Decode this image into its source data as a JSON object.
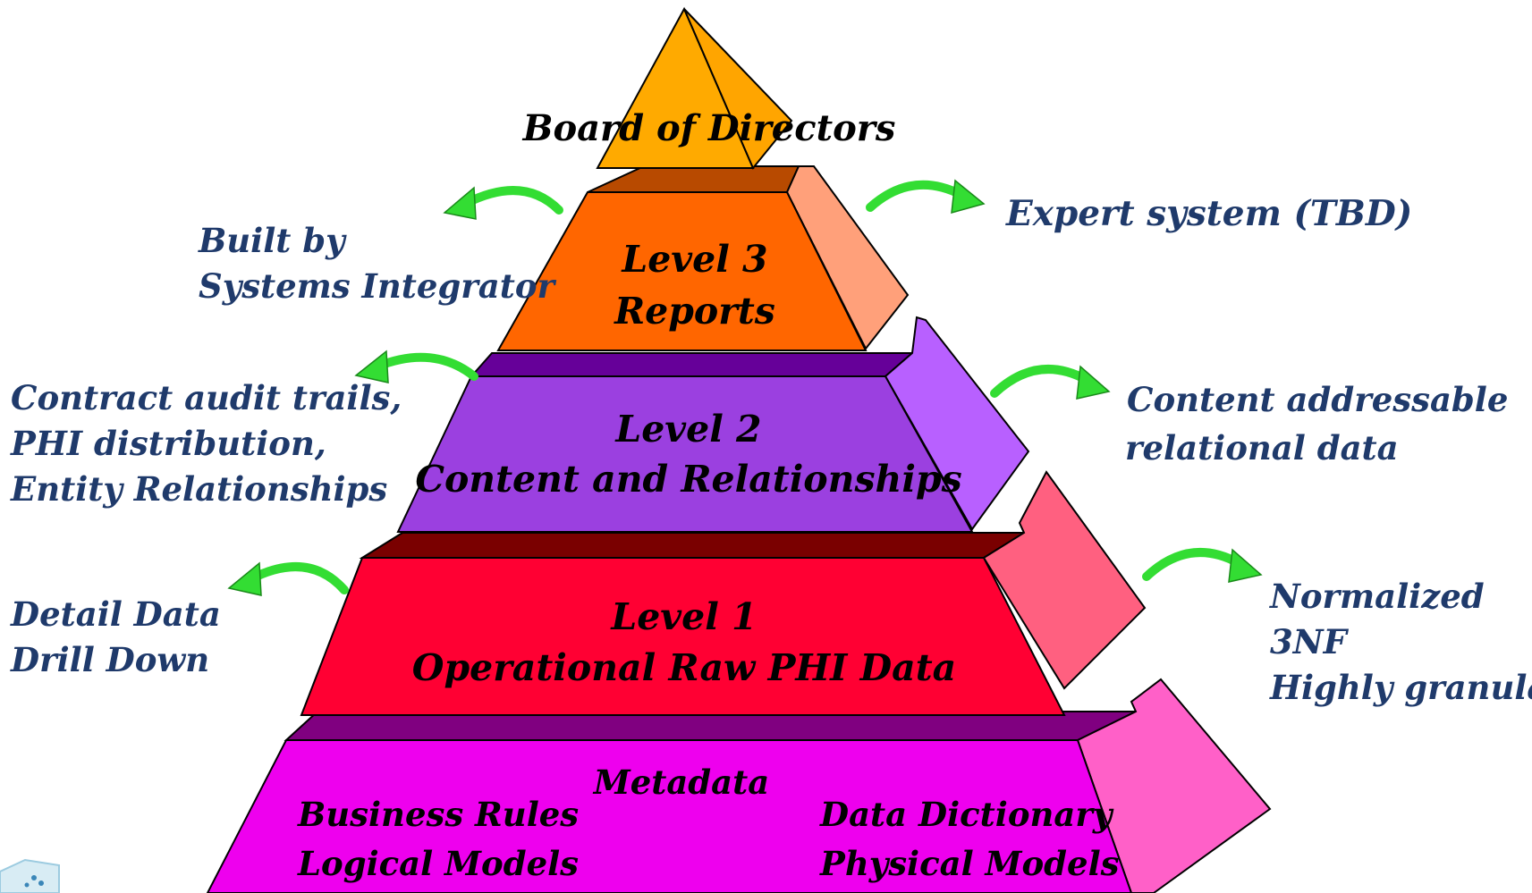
{
  "apex": {
    "label": "Board of Directors"
  },
  "tiers": [
    {
      "id": "level3",
      "line1": "Level 3",
      "line2": "Reports",
      "colors": {
        "top": "#b84a00",
        "front": "#ff6600",
        "side": "#ffa07a"
      }
    },
    {
      "id": "level2",
      "line1": "Level 2",
      "line2": "Content and Relationships",
      "colors": {
        "top": "#660099",
        "front": "#9b40e0",
        "side": "#b860ff"
      }
    },
    {
      "id": "level1",
      "line1": "Level 1",
      "line2": "Operational Raw PHI Data",
      "colors": {
        "top": "#7a0000",
        "front": "#ff0033",
        "side": "#ff6080"
      }
    },
    {
      "id": "base",
      "title": "Metadata",
      "left": [
        "Business Rules",
        "Logical Models"
      ],
      "right": [
        "Data Dictionary",
        "Physical Models"
      ],
      "colors": {
        "top": "#800080",
        "front": "#ee00ee",
        "side": "#ff60c8"
      }
    }
  ],
  "left_notes": [
    {
      "id": "built-by",
      "lines": [
        "Built by",
        "Systems Integrator"
      ]
    },
    {
      "id": "contract-audit",
      "lines": [
        "Contract audit trails,",
        "PHI distribution,",
        "Entity Relationships"
      ]
    },
    {
      "id": "detail-data",
      "lines": [
        "Detail Data",
        "Drill Down"
      ]
    }
  ],
  "right_notes": [
    {
      "id": "expert-system",
      "lines": [
        "Expert system (TBD)"
      ]
    },
    {
      "id": "content-addressable",
      "lines": [
        "Content addressable",
        "relational data"
      ]
    },
    {
      "id": "normalized",
      "lines": [
        "Normalized",
        "3NF",
        "Highly granular"
      ]
    }
  ],
  "colors": {
    "arrow": "#33dd33",
    "note_text": "#1f3a6b",
    "apex": "#ffaa00"
  }
}
